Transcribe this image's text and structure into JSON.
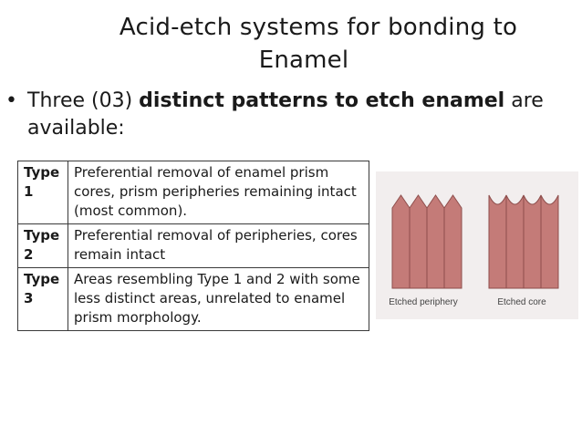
{
  "slide": {
    "title_line1": "Acid-etch systems for bonding to",
    "title_line2": "Enamel",
    "bullet_symbol": "•",
    "bullet_intro": "Three (03)",
    "bullet_bold": "distinct patterns to etch enamel",
    "bullet_tail": "are available:"
  },
  "table": {
    "rows": [
      {
        "type": "Type 1",
        "description": "Preferential removal of enamel prism cores, prism peripheries remaining intact (most common)."
      },
      {
        "type": "Type 2",
        "description": "Preferential removal of peripheries, cores remain intact"
      },
      {
        "type": "Type 3",
        "description": "Areas resembling Type 1 and 2 with some less distinct areas, unrelated to enamel prism morphology."
      }
    ]
  },
  "figure": {
    "label_left": "Etched periphery",
    "label_right": "Etched core",
    "colors": {
      "prism_fill": "#c47b78",
      "prism_stroke": "#8e4e4c",
      "background": "#f2eeee"
    }
  }
}
